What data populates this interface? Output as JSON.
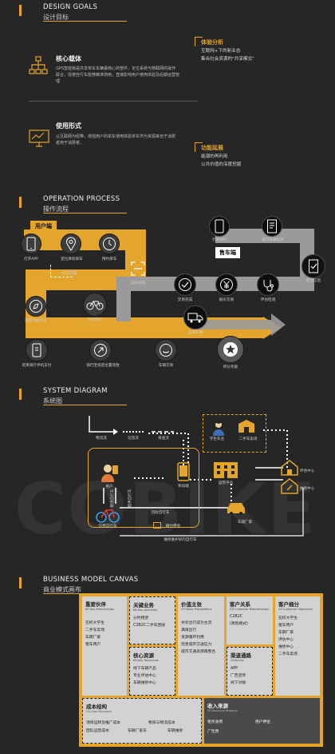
{
  "section1": {
    "en": "DESIGN GOALS",
    "zh": "设计目标",
    "core": {
      "title": "核心载体",
      "desc": "GPS智能锁是共享单车车辆最核心的部件，定位系统与物联网的操作联合，促使自行车能够精准骑用，直接影响用户使用体验及后期运营管理"
    },
    "usage": {
      "title": "使用形式",
      "desc": "以互联网为纽带，增强用户的单车使用体验单车作为资源来自于消费者用于消费者。"
    },
    "callout1": {
      "title": "体验分析",
      "lines": [
        "互联网+下的新业态",
        "集合社会资源的\"共享模式\""
      ]
    },
    "callout2": {
      "title": "功能延展",
      "lines": [
        "能源的再利用",
        "公共价值的深度挖掘"
      ]
    }
  },
  "section2": {
    "en": "OPERATION PROCESS",
    "zh": "操作流程",
    "user_tag": "用户端",
    "seller_tag": "售车端",
    "steps": {
      "open_app": "打开APP",
      "locate": "定位目标单车",
      "book": "预约单车",
      "scan_lock": "扫码开锁",
      "scan_ride": "扫码骑车",
      "scan": "扫码骑车",
      "find": "获得地图验证",
      "ride": "开始骑行",
      "pay": "结束骑行手机支付",
      "return": "骑行至指定位置停放",
      "trade": "车辆交易",
      "points": "积分奖励",
      "s_open": "打开APP",
      "s_info": "填写车辆信息",
      "s_submit": "提交信息",
      "s_done": "交易完成",
      "s_price": "报价交易",
      "s_eval": "评估检测",
      "s_ship": "运输车辆"
    }
  },
  "section3": {
    "en": "SYSTEM DIAGRAM",
    "zh": "系统图",
    "legend": [
      "物流流",
      "信息流",
      "资金流"
    ],
    "nodes": {
      "student": "学生车主",
      "used_shop": "二手车卖场",
      "eval_center": "评估中心",
      "maint_center": "维修中心",
      "user": "用户",
      "mobile": "移动端",
      "platform": "运营平台",
      "factory": "车辆厂家",
      "bike": "可用自行车",
      "deposit": "缴付押金",
      "flows": {
        "f1": "提供自行车",
        "f2": "回收自行车",
        "f3": "租借自行车",
        "f4": "维修维护好的自行车"
      }
    }
  },
  "section4": {
    "en": "BUSINESS MODEL CANVAS",
    "zh": "商业模式画布",
    "partners": {
      "title": "重要伙伴",
      "sub": "KP-Key Partnerships",
      "items": [
        "在校大学生",
        "二手车卖场",
        "车辆厂家",
        "租车用户"
      ]
    },
    "activities": {
      "title": "关键业务",
      "sub": "KA-Key Activities",
      "items": [
        "分时租赁",
        "C2B2C二手车回收"
      ]
    },
    "resources": {
      "title": "核心资源",
      "sub": "KR-Key Resources",
      "items": [
        "线下车辆产品",
        "专业评估中心",
        "车辆维修中心"
      ]
    },
    "value": {
      "title": "价值主张",
      "sub": "VP-Value Propositions",
      "items": [
        "共享出行成为主流",
        "满请出行",
        "资源循环利用",
        "完善城市交通压力",
        "城市交通资源再整合"
      ]
    },
    "relationships": {
      "title": "客户关系",
      "sub": "CR-Customer Relationships",
      "items": [
        "C2B2C",
        "(寄售模式)"
      ]
    },
    "channels": {
      "title": "渠道通路",
      "sub": "Channels",
      "items": [
        "APP",
        "广告宣传",
        "线下对接"
      ]
    },
    "segments": {
      "title": "客户细分",
      "sub": "CS-Customer Segments",
      "items": [
        "在校大学生",
        "租车用户",
        "车辆厂家",
        "评估中心",
        "维修中心",
        "二手车卖场"
      ]
    },
    "cost": {
      "title": "成本结构",
      "sub": "CS-Cost Structure",
      "items": [
        "项目运转及推广成本",
        "物资与物流成本",
        "团队运营成本",
        "车辆厂家车",
        "车辆维修"
      ]
    },
    "revenue": {
      "title": "收入来源",
      "sub": "RS-Revenue Streams",
      "items": [
        "租赁收费",
        "用户押金",
        "广告费"
      ]
    }
  },
  "watermark": "COBIKE"
}
